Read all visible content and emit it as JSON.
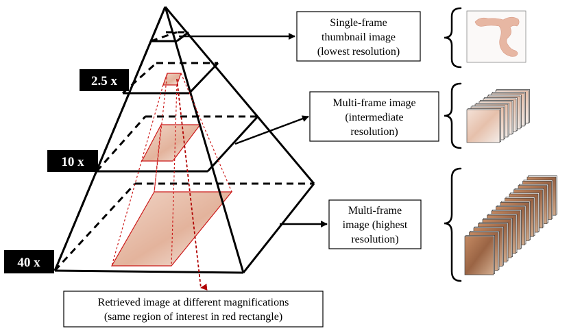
{
  "magnification_labels": [
    "2.5 x",
    "10 x",
    "40 x"
  ],
  "callouts": {
    "thumbnail": [
      "Single-frame",
      "thumbnail image",
      "(lowest resolution)"
    ],
    "intermediate": [
      "Multi-frame image",
      "(intermediate",
      "resolution)"
    ],
    "highest": [
      "Multi-frame",
      "image (highest",
      "resolution)"
    ]
  },
  "caption": [
    "Retrieved image at different magnifications",
    "(same region of interest in red rectangle)"
  ],
  "colors": {
    "roi_red": "#cc1a1a",
    "tissue_pink": "#e7b7a3",
    "tile_brown": "#a9724f",
    "label_bg": "#000000"
  }
}
